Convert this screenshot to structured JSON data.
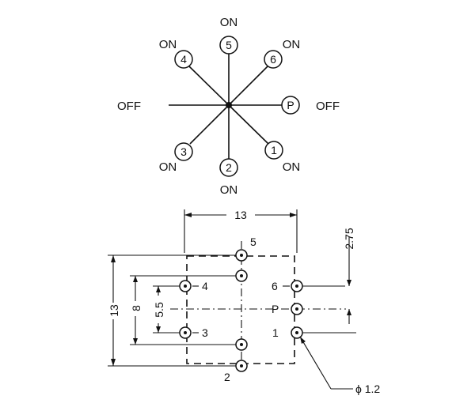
{
  "selector": {
    "positions": [
      {
        "id": "5",
        "state": "ON"
      },
      {
        "id": "6",
        "state": "ON"
      },
      {
        "id": "P",
        "state": "OFF"
      },
      {
        "id": "1",
        "state": "ON"
      },
      {
        "id": "2",
        "state": "ON"
      },
      {
        "id": "3",
        "state": "ON"
      },
      {
        "id": "4",
        "state": "ON"
      }
    ],
    "left_label": "OFF"
  },
  "footprint": {
    "pins_left": [
      "5",
      "4",
      "3",
      "2"
    ],
    "pins_right": [
      "6",
      "P",
      "1"
    ],
    "dimensions": {
      "width": "13",
      "height": "13",
      "inner_height": "8",
      "inner_pitch": "5.5",
      "offset": "2.75",
      "hole": "ϕ 1.2"
    }
  }
}
